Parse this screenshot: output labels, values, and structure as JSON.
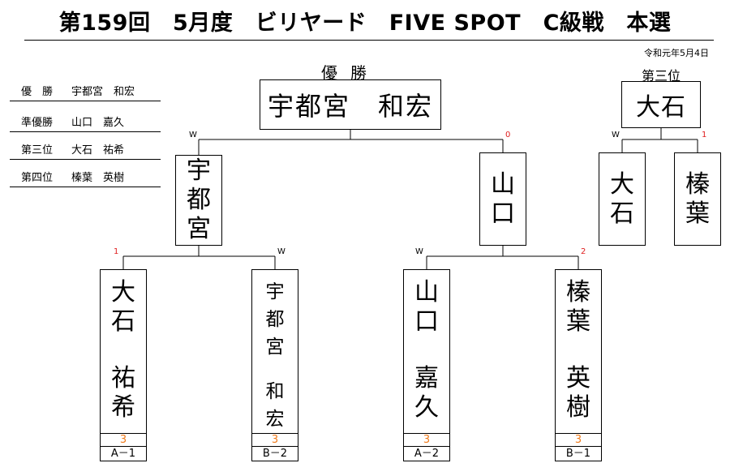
{
  "title": "第159回　5月度　ビリヤード　FIVE SPOT　C級戦　本選",
  "date": "令和元年5月4日",
  "results": [
    {
      "rank": "優　勝",
      "name": "宇都宮　和宏"
    },
    {
      "rank": "準優勝",
      "name": "山口　嘉久"
    },
    {
      "rank": "第三位",
      "name": "大石　祐希"
    },
    {
      "rank": "第四位",
      "name": "榛葉　英樹"
    }
  ],
  "final": {
    "label": "優勝",
    "winner": "宇都宮　和宏",
    "left_mark": "W",
    "right_mark": "0"
  },
  "semifinal_left": {
    "chars": [
      "宇",
      "都",
      "宮"
    ],
    "left_mark": "1",
    "right_mark": "W"
  },
  "semifinal_right": {
    "chars": [
      "山",
      "口"
    ],
    "left_mark": "W",
    "right_mark": "2"
  },
  "third_place": {
    "label": "第三位",
    "winner": "大石",
    "left_mark": "W",
    "right_mark": "1",
    "players": [
      {
        "chars": [
          "大",
          "石"
        ]
      },
      {
        "chars": [
          "榛",
          "葉"
        ]
      }
    ]
  },
  "entrants": [
    {
      "surname": [
        "大",
        "石"
      ],
      "given": [
        "祐",
        "希"
      ],
      "score": "3",
      "seed": "A－1"
    },
    {
      "surname": [
        "宇",
        "都",
        "宮"
      ],
      "given": [
        "和",
        "宏"
      ],
      "score": "3",
      "seed": "B－2"
    },
    {
      "surname": [
        "山",
        "口"
      ],
      "given": [
        "嘉",
        "久"
      ],
      "score": "3",
      "seed": "A－2"
    },
    {
      "surname": [
        "榛",
        "葉"
      ],
      "given": [
        "英",
        "樹"
      ],
      "score": "3",
      "seed": "B－1"
    }
  ]
}
